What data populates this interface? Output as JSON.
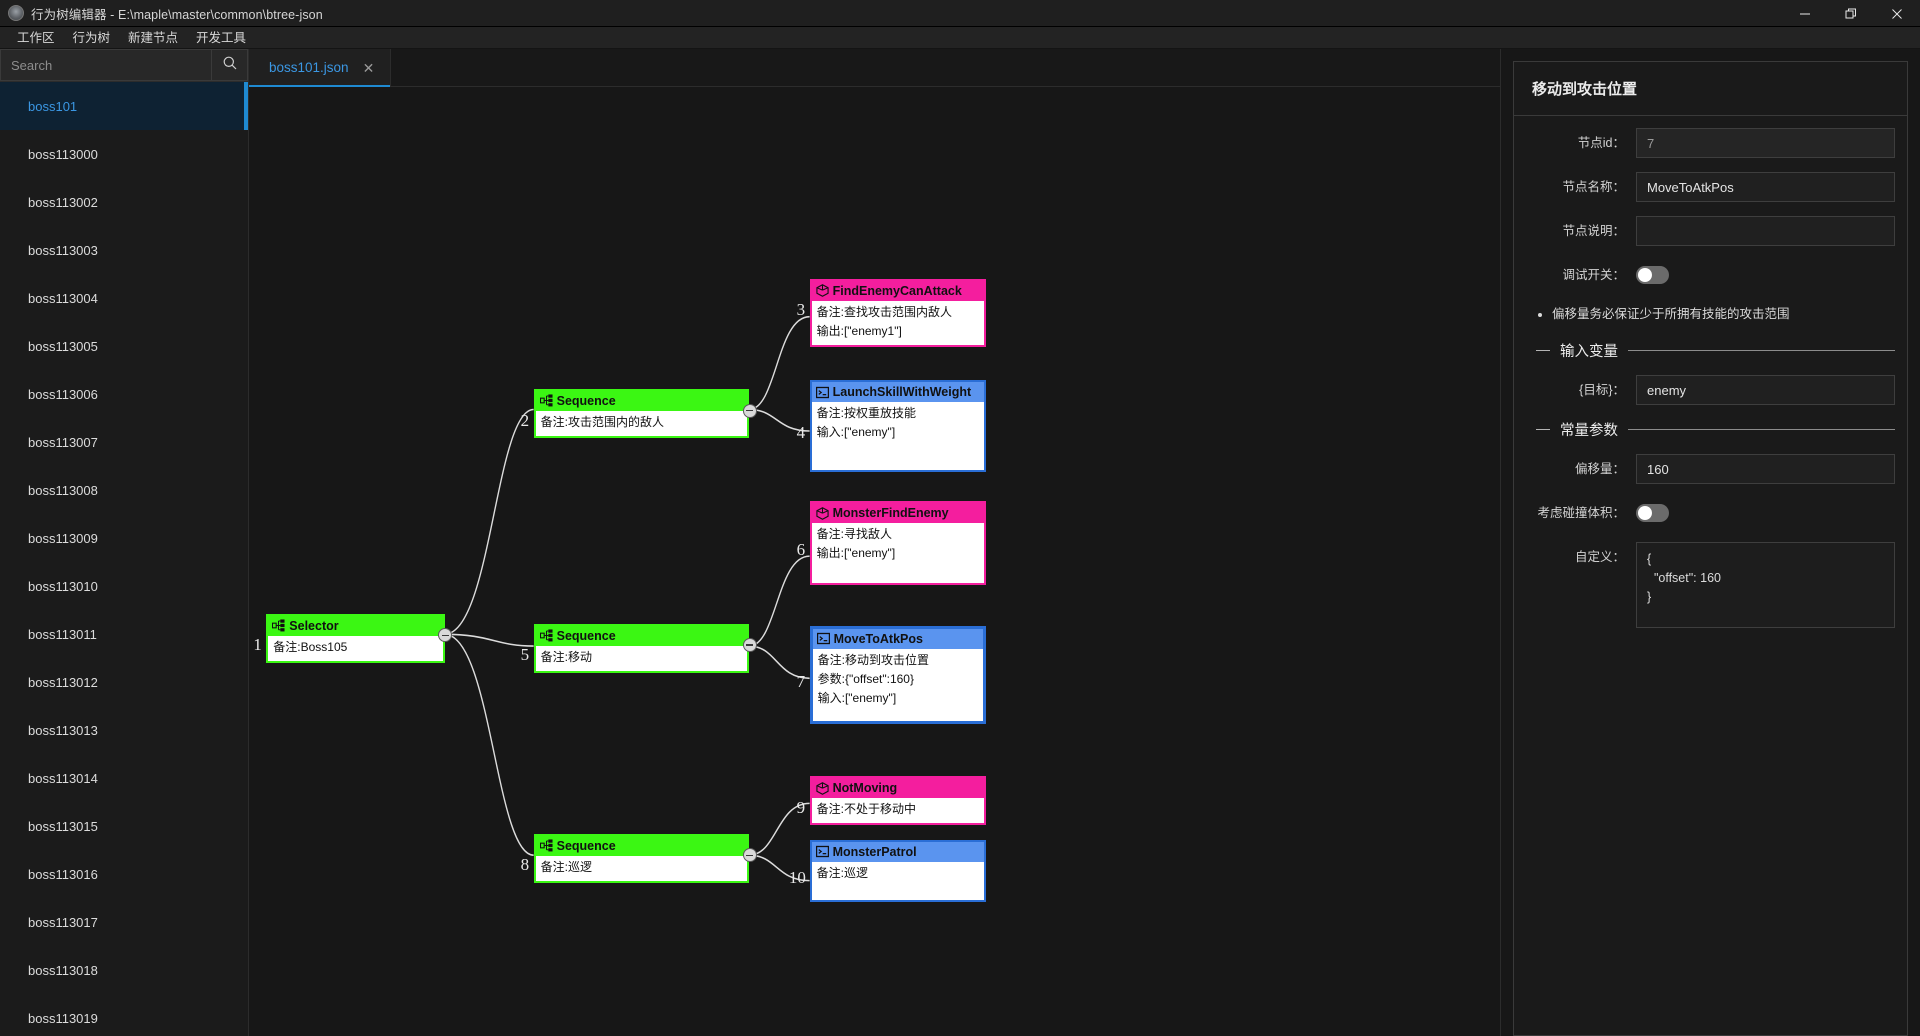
{
  "window": {
    "title": "行为树编辑器 - E:\\maple\\master\\common\\btree-json",
    "app_icon": "app-gear-icon",
    "minimize": "—",
    "maximize": "❐",
    "close": "✕"
  },
  "menubar": {
    "items": [
      "工作区",
      "行为树",
      "新建节点",
      "开发工具"
    ]
  },
  "sidebar": {
    "search": {
      "placeholder": "Search",
      "value": "",
      "icon": "search-icon"
    },
    "items": [
      "boss101",
      "boss113000",
      "boss113002",
      "boss113003",
      "boss113004",
      "boss113005",
      "boss113006",
      "boss113007",
      "boss113008",
      "boss113009",
      "boss113010",
      "boss113011",
      "boss113012",
      "boss113013",
      "boss113014",
      "boss113015",
      "boss113016",
      "boss113017",
      "boss113018",
      "boss113019"
    ],
    "active_index": 0
  },
  "tabs": [
    {
      "label": "boss101.json",
      "close": "✕",
      "active": true
    }
  ],
  "tree": {
    "nodes": [
      {
        "num": "1",
        "title": "Selector",
        "kind": "composite",
        "lines": [
          "备注:Boss105"
        ]
      },
      {
        "num": "2",
        "title": "Sequence",
        "kind": "composite",
        "lines": [
          "备注:攻击范围内的敌人"
        ]
      },
      {
        "num": "3",
        "title": "FindEnemyCanAttack",
        "kind": "condition",
        "lines": [
          "备注:查找攻击范围内敌人",
          "输出:[\"enemy1\"]"
        ]
      },
      {
        "num": "4",
        "title": "LaunchSkillWithWeight",
        "kind": "action",
        "lines": [
          "备注:按权重放技能",
          "输入:[\"enemy\"]"
        ]
      },
      {
        "num": "5",
        "title": "Sequence",
        "kind": "composite",
        "lines": [
          "备注:移动"
        ]
      },
      {
        "num": "6",
        "title": "MonsterFindEnemy",
        "kind": "condition",
        "lines": [
          "备注:寻找敌人",
          "输出:[\"enemy\"]"
        ]
      },
      {
        "num": "7",
        "title": "MoveToAtkPos",
        "kind": "action",
        "lines": [
          "备注:移动到攻击位置",
          "参数:{\"offset\":160}",
          "输入:[\"enemy\"]"
        ],
        "selected": true
      },
      {
        "num": "8",
        "title": "Sequence",
        "kind": "composite",
        "lines": [
          "备注:巡逻"
        ]
      },
      {
        "num": "9",
        "title": "NotMoving",
        "kind": "condition",
        "lines": [
          "备注:不处于移动中"
        ]
      },
      {
        "num": "10",
        "title": "MonsterPatrol",
        "kind": "action",
        "lines": [
          "备注:巡逻"
        ]
      }
    ],
    "colors": {
      "composite": "#3bf713",
      "action": "#5a94ef",
      "condition": "#f41e9e",
      "selected_border": "#ffff00",
      "edge": "#d8d8d8"
    }
  },
  "properties": {
    "title": "移动到攻击位置",
    "node_id": {
      "label": "节点id：",
      "value": "7"
    },
    "node_name": {
      "label": "节点名称：",
      "value": "MoveToAtkPos"
    },
    "node_desc": {
      "label": "节点说明：",
      "value": ""
    },
    "debug_switch": {
      "label": "调试开关：",
      "on": false
    },
    "notes": [
      "偏移量务必保证少于所拥有技能的攻击范围"
    ],
    "section_input": "输入变量",
    "input_vars": [
      {
        "label": "{目标}：",
        "value": "enemy"
      }
    ],
    "section_const": "常量参数",
    "const_params": [
      {
        "label": "偏移量：",
        "value": "160"
      }
    ],
    "collision_switch": {
      "label": "考虑碰撞体积：",
      "on": false
    },
    "custom": {
      "label": "自定义：",
      "value": "{\n  \"offset\": 160\n}"
    }
  }
}
